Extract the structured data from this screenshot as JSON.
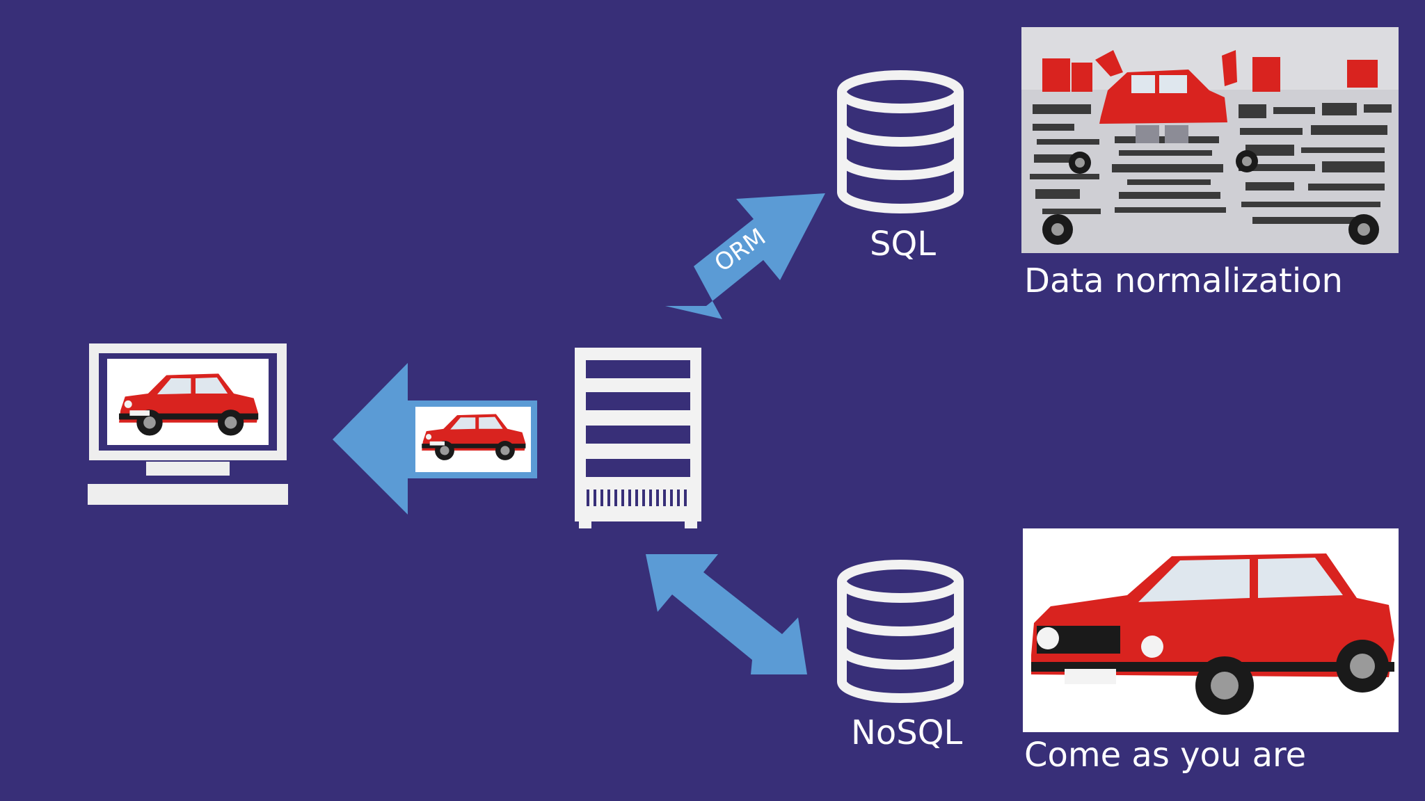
{
  "colors": {
    "background": "#382f78",
    "arrow": "#5b9bd5",
    "icon": "#eeeeee",
    "icon_light": "#f2f2f2",
    "car_red": "#d9231f",
    "car_dark": "#1a1a1a",
    "parts_bg": "#cfcfd4",
    "photo_bg": "#ffffff"
  },
  "labels": {
    "orm": "ORM",
    "sql": "SQL",
    "nosql": "NoSQL",
    "sql_caption": "Data normalization",
    "nosql_caption": "Come as you are"
  },
  "icons": {
    "client": "desktop-computer-icon",
    "server": "server-rack-icon",
    "sql_db": "database-icon",
    "nosql_db": "database-icon"
  },
  "images": {
    "sql_photo": "disassembled car parts",
    "nosql_photo": "whole red hatchback car",
    "monitor_photo": "red hatchback car",
    "payload_photo": "red hatchback car"
  }
}
